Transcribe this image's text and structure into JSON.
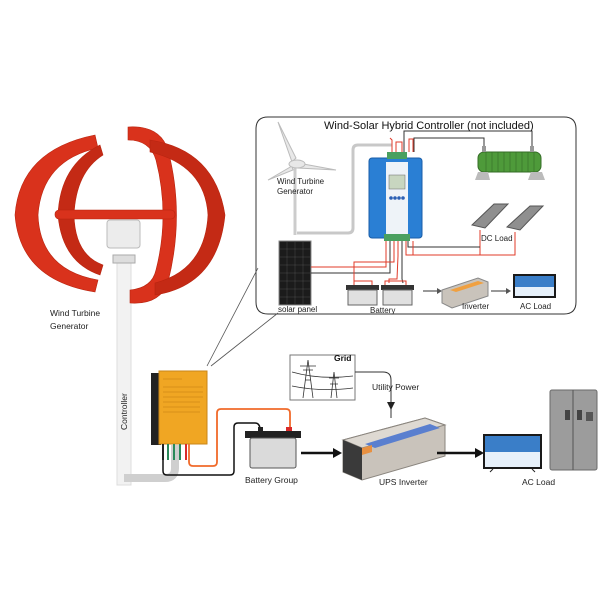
{
  "diagram": {
    "callout_box": {
      "title": "Wind-Solar Hybrid Controller (not included)",
      "labels": {
        "wind_turbine": [
          "Wind Turbine",
          "Generator"
        ],
        "solar_panel": "solar panel",
        "battery": "Battery",
        "dc_load": "DC Load",
        "inverter": "Inverter",
        "ac_load": "AC Load"
      }
    },
    "main": {
      "wind_turbine": [
        "Wind Turbine",
        "Generator"
      ],
      "controller": "Controller",
      "battery_group": "Battery Group",
      "grid": "Grid",
      "utility_power": "Utility Power",
      "ups_inverter": "UPS Inverter",
      "ac_load": "AC Load"
    },
    "colors": {
      "turbine_red": "#d9321c",
      "controller_orange": "#f0a623",
      "hybrid_controller_blue": "#2a7fd4",
      "wire_red": "#e03b2a",
      "wire_orange": "#f06a2a",
      "resistor_green": "#4e9a3a",
      "inverter_silver": "#c9c3bb"
    }
  }
}
